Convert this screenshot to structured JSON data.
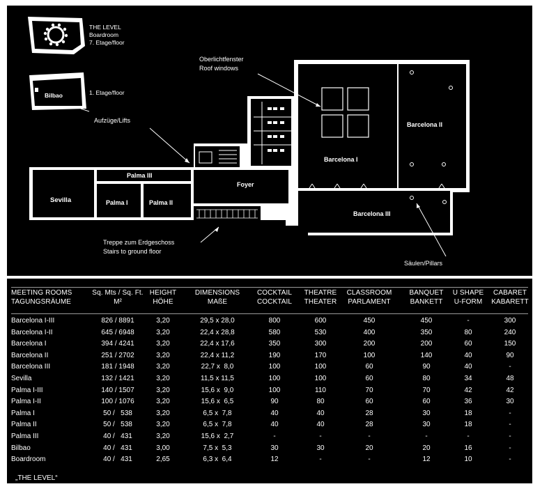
{
  "plan": {
    "inset_level": [
      "THE LEVEL",
      "Boardroom",
      "7. Etage/floor"
    ],
    "inset_bilbao_room": "Bilbao",
    "inset_bilbao_floor": "1. Etage/floor",
    "lifts": "Aufzüge/Lifts",
    "roof": [
      "Oberlichtfenster",
      "Roof windows"
    ],
    "stairs": [
      "Treppe zum Erdgeschoss",
      "Stairs to ground floor"
    ],
    "pillars": "Säulen/Pillars",
    "rooms": {
      "sevilla": "Sevilla",
      "palma1": "Palma I",
      "palma2": "Palma II",
      "palma3": "Palma III",
      "foyer": "Foyer",
      "barcelona1": "Barcelona I",
      "barcelona2": "Barcelona II",
      "barcelona3": "Barcelona III"
    }
  },
  "table": {
    "headers": [
      [
        "MEETING ROOMS",
        "TAGUNGSRÄUME"
      ],
      [
        "Sq. Mts / Sq. Ft.",
        "M²"
      ],
      [
        "HEIGHT",
        "HÖHE"
      ],
      [
        "DIMENSIONS",
        "MAßE"
      ],
      [
        "COCKTAIL",
        "COCKTAIL"
      ],
      [
        "THEATRE",
        "THEATER"
      ],
      [
        "CLASSROOM",
        "PARLAMENT"
      ],
      [
        "BANQUET",
        "BANKETT"
      ],
      [
        "U SHAPE",
        "U-FORM"
      ],
      [
        "CABARET",
        "KABARETT"
      ]
    ],
    "rows": [
      [
        "Barcelona I-III",
        "826 / 8891",
        "3,20",
        "29,5 x 28,0",
        "800",
        "600",
        "450",
        "450",
        "-",
        "300"
      ],
      [
        "Barcelona I-II",
        "645 / 6948",
        "3,20",
        "22,4 x 28,8",
        "580",
        "530",
        "400",
        "350",
        "80",
        "240"
      ],
      [
        "Barcelona I",
        "394 / 4241",
        "3,20",
        "22,4 x 17,6",
        "350",
        "300",
        "200",
        "200",
        "60",
        "150"
      ],
      [
        "Barcelona II",
        "251 / 2702",
        "3,20",
        "22,4 x 11,2",
        "190",
        "170",
        "100",
        "140",
        "40",
        "90"
      ],
      [
        "Barcelona III",
        "181 / 1948",
        "3,20",
        "22,7 x  8,0",
        "100",
        "100",
        "60",
        "90",
        "40",
        "-"
      ],
      [
        "Sevilla",
        "132 / 1421",
        "3,20",
        "11,5 x 11,5",
        "100",
        "100",
        "60",
        "80",
        "34",
        "48"
      ],
      [
        "Palma I-III",
        "140 / 1507",
        "3,20",
        "15,6 x  9,0",
        "100",
        "110",
        "70",
        "70",
        "42",
        "42"
      ],
      [
        "Palma I-II",
        "100 / 1076",
        "3,20",
        "15,6 x  6,5",
        "90",
        "80",
        "60",
        "60",
        "36",
        "30"
      ],
      [
        "Palma I",
        "50 /   538",
        "3,20",
        "6,5 x  7,8",
        "40",
        "40",
        "28",
        "30",
        "18",
        "-"
      ],
      [
        "Palma II",
        "50 /   538",
        "3,20",
        "6,5 x  7,8",
        "40",
        "40",
        "28",
        "30",
        "18",
        "-"
      ],
      [
        "Palma III",
        "40 /   431",
        "3,20",
        "15,6 x  2,7",
        "-",
        "-",
        "-",
        "-",
        "-",
        "-"
      ],
      [
        "Bilbao",
        "40 /   431",
        "3,00",
        "7,5 x  5,3",
        "30",
        "30",
        "20",
        "20",
        "16",
        "-"
      ],
      [
        "Boardroom",
        "40 /   431",
        "2,65",
        "6,3 x  6,4",
        "12",
        "-",
        "-",
        "12",
        "10",
        "-"
      ]
    ],
    "boardroom_sub": "„THE LEVEL“"
  }
}
